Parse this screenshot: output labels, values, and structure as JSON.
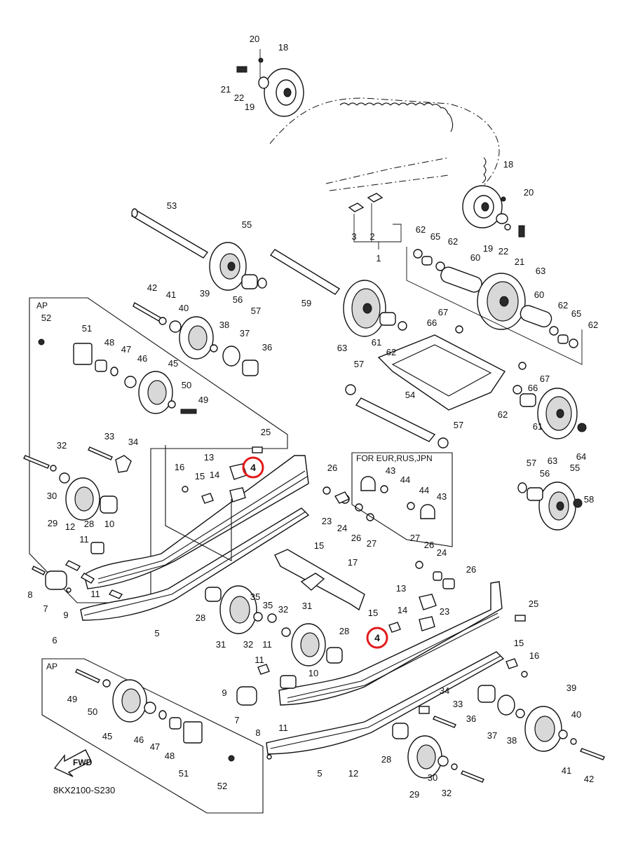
{
  "diagram_code": "8KX2100-S230",
  "fwd_label": "FWD",
  "ap_label_top": "AP",
  "ap_label_bottom": "AP",
  "region_label": "FOR EUR,RUS,JPN",
  "highlight_color": "#e21b1b",
  "highlighted_part": "4",
  "callouts": [
    "1",
    "2",
    "3",
    "4",
    "5",
    "6",
    "7",
    "8",
    "9",
    "10",
    "11",
    "12",
    "13",
    "14",
    "15",
    "16",
    "17",
    "18",
    "19",
    "20",
    "21",
    "22",
    "23",
    "24",
    "25",
    "26",
    "27",
    "28",
    "29",
    "30",
    "31",
    "32",
    "33",
    "34",
    "35",
    "36",
    "37",
    "38",
    "39",
    "40",
    "41",
    "42",
    "43",
    "44",
    "45",
    "46",
    "47",
    "48",
    "49",
    "50",
    "51",
    "52",
    "53",
    "54",
    "55",
    "56",
    "57",
    "58",
    "59",
    "60",
    "61",
    "62",
    "63",
    "64",
    "65",
    "66",
    "67"
  ]
}
